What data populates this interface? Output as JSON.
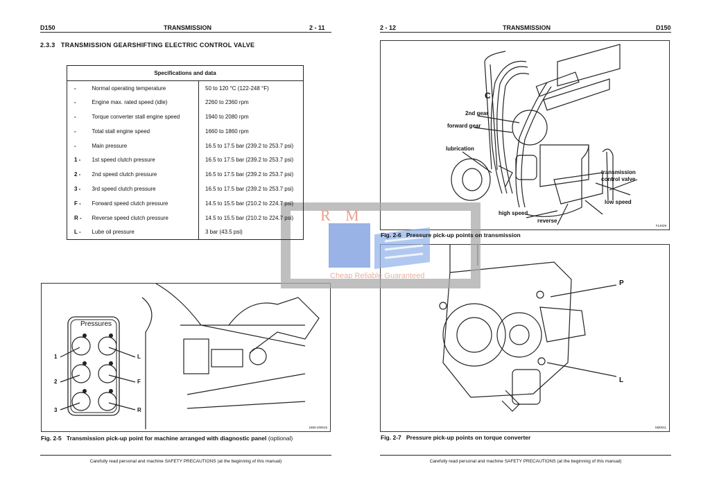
{
  "left_page": {
    "header": {
      "model": "D150",
      "section": "TRANSMISSION",
      "page": "2 - 11"
    },
    "section_title": "2.3.3   TRANSMISSION GEARSHIFTING ELECTRIC CONTROL VALVE",
    "spec_table": {
      "title": "Specifications and data",
      "rows": [
        {
          "mark": "-",
          "label": "Normal operating temperature",
          "value": "50 to 120 °C (122-248 °F)"
        },
        {
          "mark": "-",
          "label": "Engine max. rated speed (idle)",
          "value": "2260 to 2360 rpm"
        },
        {
          "mark": "-",
          "label": "Torque converter stall engine speed",
          "value": "1940 to 2080 rpm"
        },
        {
          "mark": "-",
          "label": "Total stall engine speed",
          "value": "1660 to 1860 rpm"
        },
        {
          "mark": "-",
          "label": "Main pressure",
          "value": "16.5 to 17.5 bar (239.2 to 253.7 psi)"
        },
        {
          "mark": "1 -",
          "label": "1st speed clutch pressure",
          "value": "16.5 to 17.5 bar (239.2 to 253.7 psi)"
        },
        {
          "mark": "2 -",
          "label": "2nd speed clutch pressure",
          "value": "16.5 to 17.5 bar (239.2 to 253.7 psi)"
        },
        {
          "mark": "3 -",
          "label": "3rd speed clutch pressure",
          "value": "16.5 to 17.5 bar (239.2 to 253.7 psi)"
        },
        {
          "mark": "F -",
          "label": "Forward speed clutch pressure",
          "value": "14.5 to 15.5 bar (210.2 to 224.7 psi)"
        },
        {
          "mark": "R -",
          "label": "Reverse  speed clutch pressure",
          "value": "14.5 to 15.5 bar (210.2 to 224.7 psi)"
        },
        {
          "mark": "L -",
          "label": "Lube oil pressure",
          "value": "3 bar (43.5 psi)"
        }
      ]
    },
    "figure": {
      "panel_title": "Pressures",
      "callouts": [
        "1",
        "2",
        "3",
        "L",
        "F",
        "R"
      ],
      "code": "1850-200015",
      "caption_num": "Fig. 2-5",
      "caption": "Transmission pick-up point for machine arranged with diagnostic panel",
      "caption_note": "(optional)"
    },
    "footer": "Carefully read personal and machine SAFETY PRECAUTIONS (at the beginning of this manual)"
  },
  "right_page": {
    "header": {
      "page": "2 - 12",
      "section": "TRANSMISSION",
      "model": "D150"
    },
    "figure_a": {
      "labels": {
        "gear2": "2nd gear",
        "forward": "forward gear",
        "lubrication": "lubrication",
        "valve1": "transmission",
        "valve2": "control valve",
        "low": "low speed",
        "high": "high speed",
        "reverse": "reverse",
        "c": "C"
      },
      "code": "F14029",
      "caption_num": "Fig. 2-6",
      "caption": "Pressure pick-up points on transmission"
    },
    "figure_b": {
      "labels": {
        "p": "P",
        "l": "L"
      },
      "code": "SM0011",
      "caption_num": "Fig. 2-7",
      "caption": "Pressure pick-up points on torque converter"
    },
    "footer": "Carefully read personal and machine SAFETY PRECAUTIONS (at the beginning of this manual)"
  },
  "watermark": {
    "logo_letters": "R M",
    "tagline": "Cheap Reliable Guaranteed"
  }
}
